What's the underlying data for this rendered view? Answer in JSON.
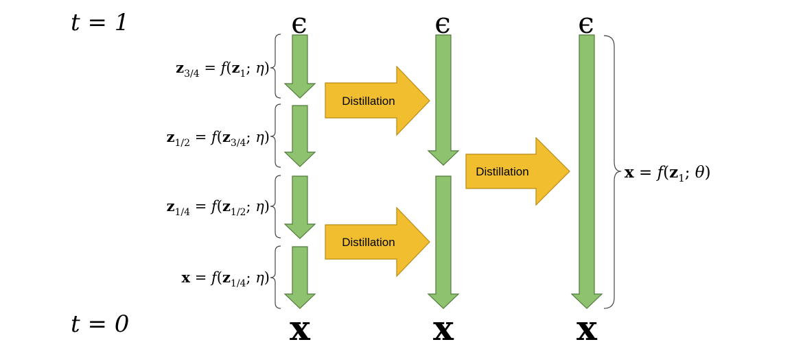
{
  "time_labels": {
    "top": "t = 1",
    "bottom": "t = 0"
  },
  "symbols": {
    "noise": "ϵ",
    "data": "x"
  },
  "step_equations": [
    {
      "lhs_var": "z",
      "lhs_sub": "3/4",
      "arg_var": "z",
      "arg_sub": "1",
      "param": "η"
    },
    {
      "lhs_var": "z",
      "lhs_sub": "1/2",
      "arg_var": "z",
      "arg_sub": "3/4",
      "param": "η"
    },
    {
      "lhs_var": "z",
      "lhs_sub": "1/4",
      "arg_var": "z",
      "arg_sub": "1/2",
      "param": "η"
    },
    {
      "lhs_var": "x",
      "lhs_sub": "",
      "arg_var": "z",
      "arg_sub": "1/4",
      "param": "η"
    }
  ],
  "final_equation": {
    "lhs_var": "x",
    "lhs_sub": "",
    "arg_var": "z",
    "arg_sub": "1",
    "param": "θ"
  },
  "distillation_label": "Distillation",
  "colors": {
    "step_arrow_fill": "#8fc26f",
    "step_arrow_stroke": "#4f7a3b",
    "distill_fill": "#f1be30",
    "distill_stroke": "#b98a14",
    "text": "#000000",
    "brace": "#444444"
  }
}
